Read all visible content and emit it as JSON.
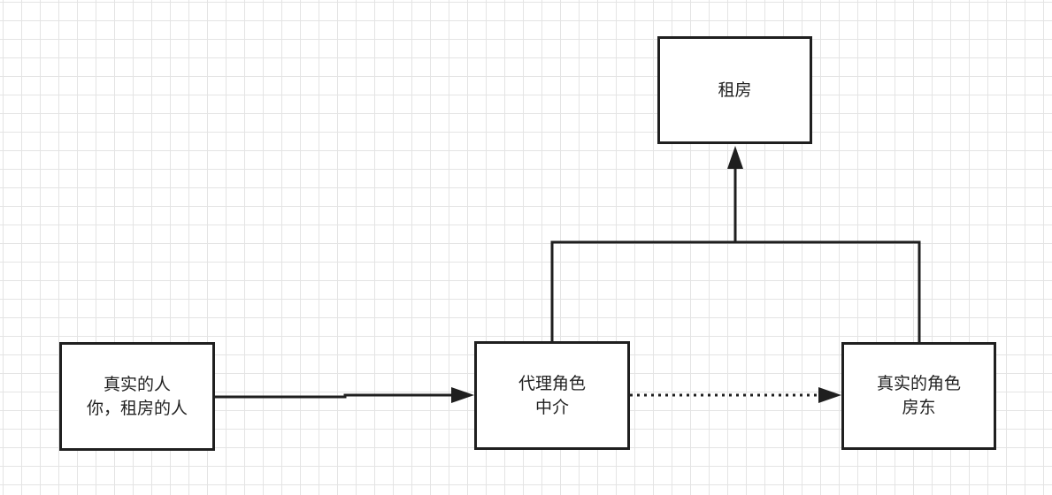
{
  "diagram": {
    "nodes": {
      "rent": {
        "line1": "租房"
      },
      "client": {
        "line1": "真实的人",
        "line2": "你，租房的人"
      },
      "proxy": {
        "line1": "代理角色",
        "line2": "中介"
      },
      "landlord": {
        "line1": "真实的角色",
        "line2": "房东"
      }
    },
    "edges": [
      {
        "from": "client",
        "to": "proxy",
        "style": "solid",
        "arrow": "end"
      },
      {
        "from": "proxy",
        "to": "landlord",
        "style": "dotted",
        "arrow": "end"
      },
      {
        "from": "proxy",
        "to": "rent",
        "style": "solid",
        "arrow": "end"
      },
      {
        "from": "landlord",
        "to": "rent",
        "style": "solid",
        "arrow": "end"
      }
    ],
    "colors": {
      "stroke": "#1f1f1f",
      "grid": "#e4e4e4",
      "background": "#ffffff"
    }
  }
}
